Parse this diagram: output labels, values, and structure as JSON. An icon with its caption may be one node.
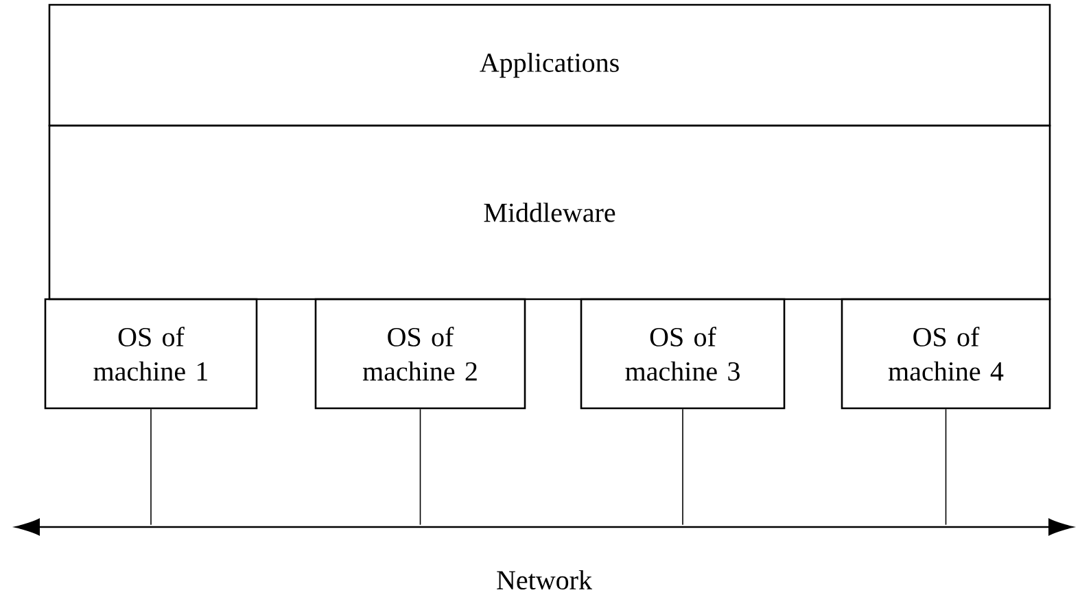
{
  "diagram": {
    "nodes": [
      {
        "text": [
          "Applications"
        ]
      },
      {
        "text": [
          "Middleware"
        ]
      },
      {
        "text": [
          "OS of machine 1"
        ]
      },
      {
        "text": [
          "OS of machine 2"
        ]
      },
      {
        "text": [
          "OS of machine 3"
        ]
      },
      {
        "text": [
          "OS of machine 4"
        ]
      },
      {
        "text": [],
        "shape": "bar",
        "beside": [
          "Network"
        ]
      }
    ],
    "edges": [
      {
        "from": 2,
        "to": 6,
        "arrow": "none"
      },
      {
        "from": 3,
        "to": 6,
        "arrow": "none"
      },
      {
        "from": 4,
        "to": 6,
        "arrow": "none"
      },
      {
        "from": 5,
        "to": 6,
        "arrow": "none"
      }
    ]
  }
}
